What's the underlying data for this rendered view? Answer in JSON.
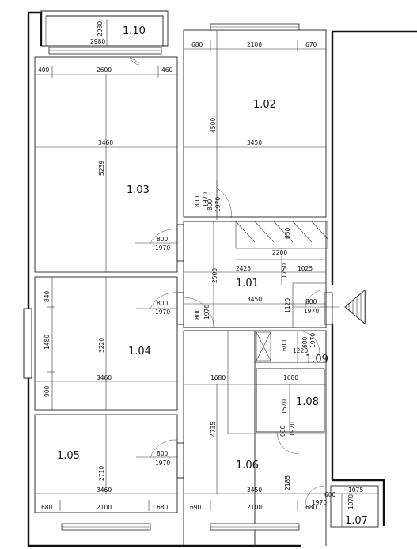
{
  "rooms": [
    {
      "id": "1.01"
    },
    {
      "id": "1.02"
    },
    {
      "id": "1.03"
    },
    {
      "id": "1.04"
    },
    {
      "id": "1.05"
    },
    {
      "id": "1.06"
    },
    {
      "id": "1.07"
    },
    {
      "id": "1.08"
    },
    {
      "id": "1.09"
    },
    {
      "id": "1.10"
    }
  ],
  "dims": {
    "r110_w": "2980",
    "r110_h": "2980",
    "r103_a": "400",
    "r103_b": "2600",
    "r103_c": "460",
    "r103_w": "3460",
    "r103_h": "5239",
    "r102_a": "680",
    "r102_b": "2100",
    "r102_c": "670",
    "r102_h": "4500",
    "r102_w": "3450",
    "d800_1": "800",
    "d1970_1": "1970",
    "d800_2": "800",
    "d1970_2": "1970",
    "d800_3": "800",
    "d1970_3": "1970",
    "d800_4": "800",
    "d1970_4": "1970",
    "d800_5": "800",
    "d1970_5": "1970",
    "d800_6": "800",
    "d1970_6": "1970",
    "d800_7": "800",
    "d1970_7": "1970",
    "d600_a": "600",
    "d1970_a": "1970",
    "d600_b": "600",
    "d1970_b": "1970",
    "d600_c": "600",
    "d1970_c": "1970",
    "c650": "650",
    "c600": "600",
    "r101_a": "2200",
    "r101_b": "2425",
    "r101_c": "2500",
    "r101_d": "1750",
    "r101_e": "1025",
    "r101_w": "3450",
    "r101_f": "1120",
    "r109_w": "1220",
    "r104_a": "840",
    "r104_b": "1480",
    "r104_c": "900",
    "r104_h": "3220",
    "r104_w": "3460",
    "r106_a": "1680",
    "r106_h": "4735",
    "r106_w": "3450",
    "r106_b": "2185",
    "r108_w": "1680",
    "r108_h": "1570",
    "r105_h": "2710",
    "r105_w": "3460",
    "r105_a": "680",
    "r105_b": "2100",
    "r105_c": "680",
    "r106_c": "690",
    "r106_d": "2100",
    "r106_e": "680",
    "r107_w": "1075",
    "r107_h": "1070"
  }
}
